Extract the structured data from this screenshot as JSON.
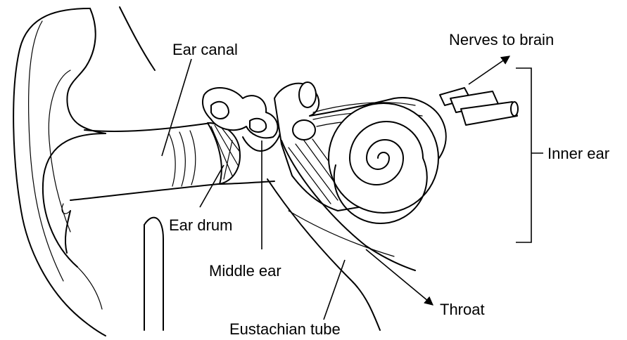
{
  "labels": {
    "ear_canal": "Ear canal",
    "ear_drum": "Ear drum",
    "middle_ear": "Middle ear",
    "eustachian_tube": "Eustachian tube",
    "throat": "Throat",
    "nerves_to_brain": "Nerves to brain",
    "inner_ear": "Inner ear"
  }
}
